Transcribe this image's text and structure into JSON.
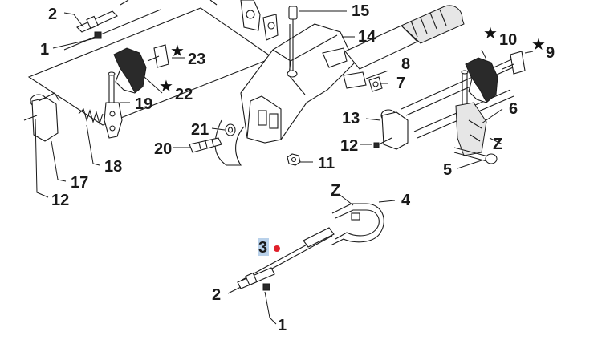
{
  "diagram": {
    "callouts": {
      "c1_top": "1",
      "c2_top": "2",
      "c3": "3",
      "c4": "4",
      "c5": "5",
      "c6": "6",
      "c7": "7",
      "c8": "8",
      "c9": "9",
      "c10": "10",
      "c11": "11",
      "c12_left": "12",
      "c12_mid": "12",
      "c13": "13",
      "c14": "14",
      "c15": "15",
      "c17": "17",
      "c18": "18",
      "c19": "19",
      "c20": "20",
      "c21": "21",
      "c22": "22",
      "c23": "23",
      "z_upper": "Z",
      "z_lower": "Z",
      "c2_bottom": "2",
      "c1_bottom": "1"
    },
    "star_glyph": "★",
    "starred_parts": [
      "9",
      "10",
      "22",
      "23"
    ],
    "highlighted_part": "3",
    "colors": {
      "highlight": "#b9d1ea",
      "selection_marker": "#e0202a",
      "ink": "#1a1a1a"
    }
  }
}
